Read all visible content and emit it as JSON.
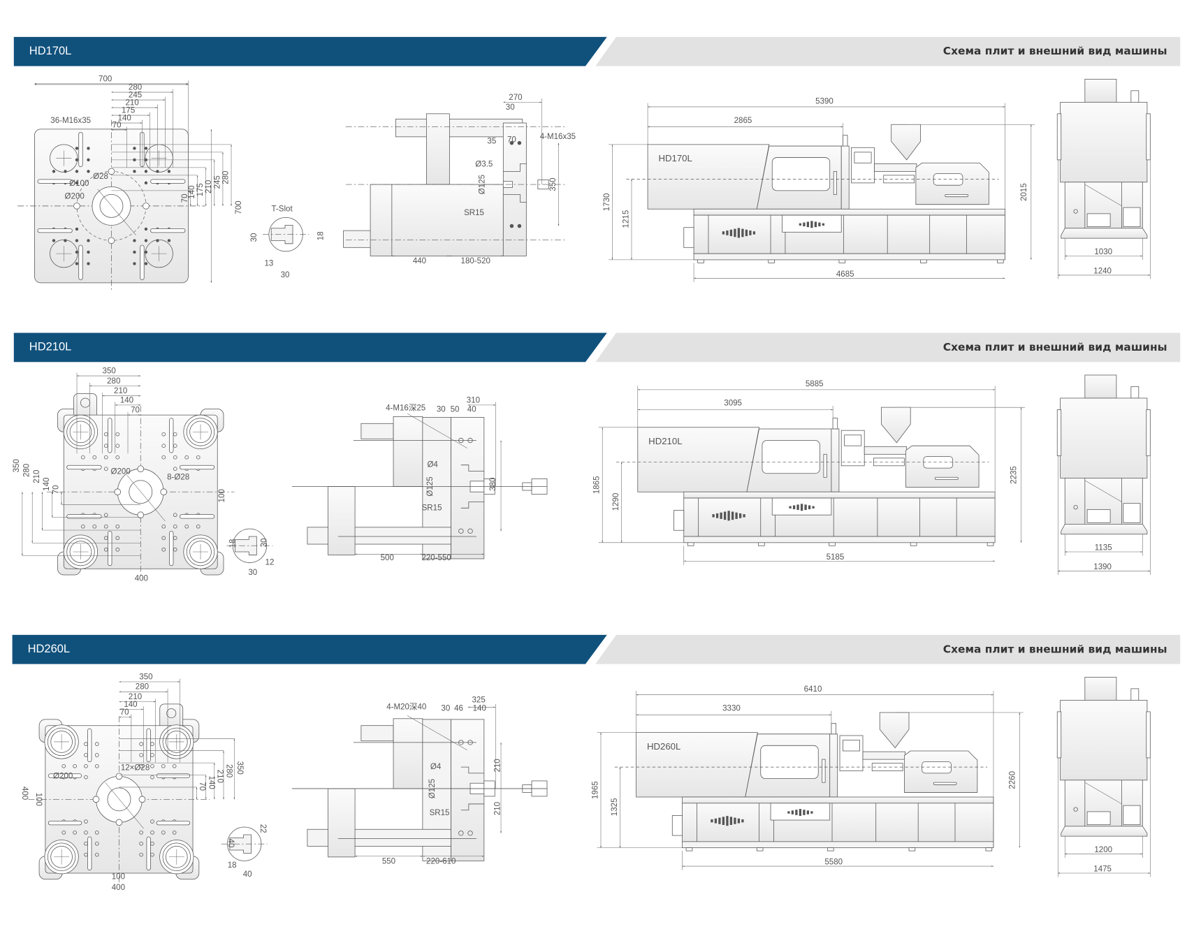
{
  "colors": {
    "header_blue": "#10517c",
    "header_gray": "#e2e2e2",
    "line": "#555555"
  },
  "sections": [
    {
      "title": "HD170L",
      "subtitle": "Схема плит и внешний вид машины",
      "plate_labels": [
        "700",
        "280",
        "245",
        "210",
        "175",
        "140",
        "70",
        "36-M16x35",
        "70",
        "140",
        "175",
        "210",
        "245",
        "280",
        "700",
        "Ø28",
        "Ø100",
        "Ø200"
      ],
      "tslot_labels": [
        "T-Slot",
        "30",
        "18",
        "13",
        "30"
      ],
      "side_labels": [
        "270",
        "30",
        "35",
        "70",
        "4-M16x35",
        "Ø3.5",
        "Ø125",
        "SR15",
        "350",
        "440",
        "180-520"
      ],
      "machine": {
        "model": "HD170L",
        "overall_length": "5390",
        "clamp_length": "2865",
        "height": "1730",
        "center_height": "1215",
        "total_height": "2015",
        "base_length": "4685"
      },
      "end_view": {
        "inner_width": "1030",
        "outer_width": "1240"
      }
    },
    {
      "title": "HD210L",
      "subtitle": "Схема плит и внешний вид машины",
      "plate_labels": [
        "350",
        "280",
        "210",
        "140",
        "70",
        "350",
        "280",
        "210",
        "140",
        "70",
        "Ø200",
        "8-Ø28",
        "100",
        "400"
      ],
      "tslot_labels": [
        "18",
        "30",
        "12",
        "30"
      ],
      "side_labels": [
        "4-M16深25",
        "310",
        "30",
        "50",
        "40",
        "Ø4",
        "Ø125",
        "SR15",
        "380",
        "500",
        "220-550"
      ],
      "machine": {
        "model": "HD210L",
        "overall_length": "5885",
        "clamp_length": "3095",
        "height": "1865",
        "center_height": "1290",
        "total_height": "2235",
        "base_length": "5185"
      },
      "end_view": {
        "inner_width": "1135",
        "outer_width": "1390"
      }
    },
    {
      "title": "HD260L",
      "subtitle": "Схема плит и внешний вид машины",
      "plate_labels": [
        "350",
        "280",
        "210",
        "140",
        "70",
        "350",
        "280",
        "210",
        "140",
        "70",
        "12×Ø28",
        "Ø200",
        "400",
        "100",
        "100",
        "400"
      ],
      "tslot_labels": [
        "22",
        "40",
        "18",
        "40"
      ],
      "side_labels": [
        "4-M20深40",
        "325",
        "30",
        "46",
        "140",
        "Ø4",
        "Ø125",
        "SR15",
        "210",
        "210",
        "550",
        "220-610"
      ],
      "machine": {
        "model": "HD260L",
        "overall_length": "6410",
        "clamp_length": "3330",
        "height": "1965",
        "center_height": "1325",
        "total_height": "2260",
        "base_length": "5580"
      },
      "end_view": {
        "inner_width": "1200",
        "outer_width": "1475"
      }
    }
  ]
}
